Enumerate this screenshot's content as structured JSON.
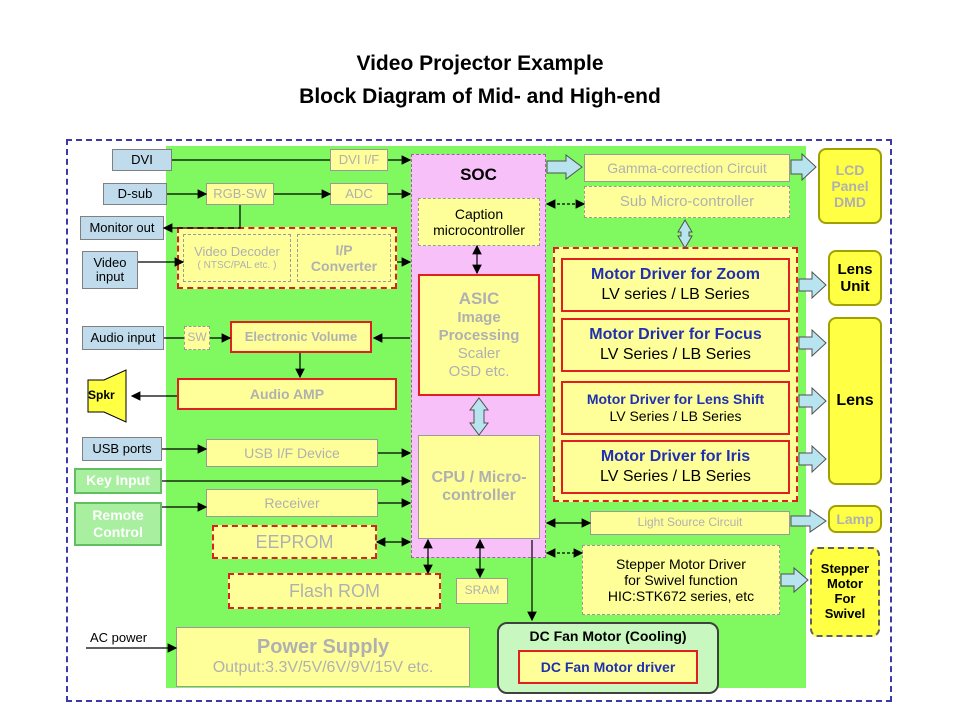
{
  "title": {
    "line1": "Video Projector Example",
    "line2": "Block Diagram of Mid- and High-end"
  },
  "inputs": {
    "dvi": "DVI",
    "dsub": "D-sub",
    "monitor_out": "Monitor out",
    "video_input": "Video input",
    "audio_input": "Audio input",
    "speaker": "Spkr",
    "usb_ports": "USB ports",
    "key_input": "Key Input",
    "remote_control": "Remote Control",
    "ac_power": "AC power"
  },
  "blocks": {
    "dvi_if": "DVI I/F",
    "rgb_sw": "RGB-SW",
    "adc": "ADC",
    "video_decoder": "Video Decoder",
    "video_decoder_sub": "( NTSC/PAL etc. )",
    "ip_converter": "I/P Converter",
    "sw": "SW",
    "electronic_volume": "Electronic Volume",
    "audio_amp": "Audio AMP",
    "usb_if_device": "USB I/F Device",
    "receiver": "Receiver",
    "eeprom": "EEPROM",
    "flash_rom": "Flash ROM",
    "sram": "SRAM",
    "power_supply": "Power Supply",
    "power_supply_sub": "Output:3.3V/5V/6V/9V/15V etc."
  },
  "soc": {
    "label": "SOC",
    "caption": "Caption microcontroller",
    "asic_title": "ASIC",
    "asic_l1": "Image",
    "asic_l2": "Processing",
    "asic_l3": "Scaler",
    "asic_l4": "OSD etc.",
    "cpu": "CPU / Micro-controller"
  },
  "right": {
    "gamma": "Gamma-correction Circuit",
    "sub_micro": "Sub Micro-controller",
    "light_source": "Light Source Circuit",
    "stepper_l1": "Stepper Motor Driver",
    "stepper_l2": "for Swivel function",
    "stepper_l3": "HIC:STK672 series, etc",
    "fan_title": "DC Fan Motor (Cooling)",
    "fan_driver": "DC Fan Motor driver"
  },
  "motor_drivers": [
    {
      "name": "Motor Driver for Zoom",
      "series": "LV series / LB Series"
    },
    {
      "name": "Motor Driver for Focus",
      "series": "LV Series / LB Series"
    },
    {
      "name": "Motor Driver for Lens Shift",
      "series": "LV Series / LB Series"
    },
    {
      "name": "Motor Driver for Iris",
      "series": "LV Series / LB Series"
    }
  ],
  "outputs": {
    "lcd": "LCD Panel DMD",
    "lens_unit": "Lens Unit",
    "lens": "Lens",
    "lamp": "Lamp",
    "stepper_motor": "Stepper Motor For Swivel"
  },
  "colors": {
    "board": "#80f860",
    "soc": "#f8c0f8",
    "block": "#ffff99",
    "highlight_border": "#e02020",
    "motor_text": "#2030b0",
    "output": "#ffff44",
    "external_input": "#c0dcec"
  }
}
